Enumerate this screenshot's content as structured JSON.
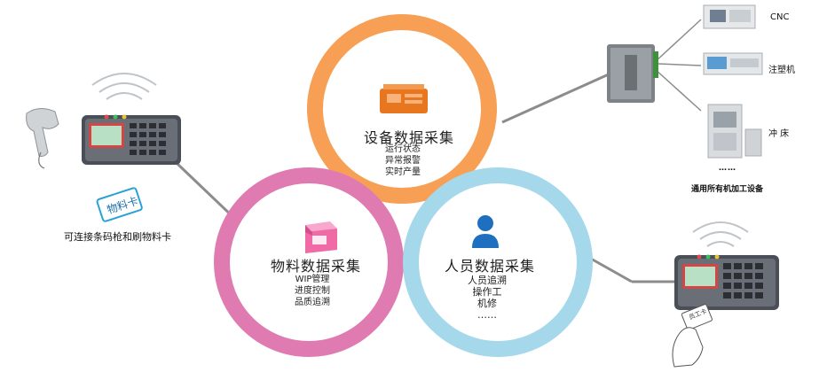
{
  "circles": {
    "equipment": {
      "title": "设备数据采集",
      "items": [
        "运行状态",
        "异常报警",
        "实时产量"
      ],
      "color": "#f7a055"
    },
    "material": {
      "title": "物料数据采集",
      "items": [
        "WIP管理",
        "进度控制",
        "品质追溯"
      ],
      "color": "#e07bb1"
    },
    "personnel": {
      "title": "人员数据采集",
      "items": [
        "人员追溯",
        "操作工",
        "机修",
        "……"
      ],
      "color": "#a6d8ec"
    }
  },
  "left_terminal": {
    "card_label": "物料卡",
    "caption": "可连接条码枪和刷物料卡"
  },
  "machines": [
    {
      "label": "CNC"
    },
    {
      "label": "注塑机"
    },
    {
      "label": "冲 床"
    }
  ],
  "machines_more": "……",
  "machines_caption": "通用所有机加工设备",
  "right_terminal": {
    "card_label": "员工卡"
  },
  "colors": {
    "connector": "#8c8c8c",
    "device_body": "#4a4f57",
    "screen_red": "#d64545",
    "person_icon": "#1e6fc0",
    "box_orange": "#e8761e",
    "box_pink": "#f06aa5"
  }
}
